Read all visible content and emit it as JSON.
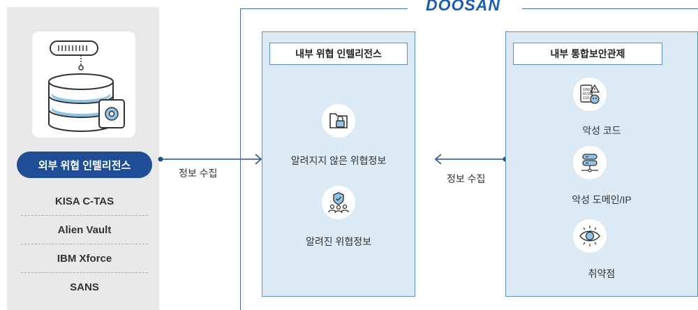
{
  "logo": "DOOSAN",
  "external": {
    "title": "외부 위협 인텔리전스",
    "sources": [
      "KISA C-TAS",
      "Alien Vault",
      "IBM Xforce",
      "SANS"
    ]
  },
  "flow_left": {
    "label": "정보 수집"
  },
  "flow_right": {
    "label": "정보 수집"
  },
  "internal_intel": {
    "title": "내부 위협 인텔리전스",
    "items": [
      {
        "label": "알려지지 않은 위협정보",
        "icon": "folder-lock-icon"
      },
      {
        "label": "알려진 위협정보",
        "icon": "shield-users-icon"
      }
    ]
  },
  "internal_soc": {
    "title": "내부 통합보안관제",
    "items": [
      {
        "label": "악성 코드",
        "icon": "malware-code-icon"
      },
      {
        "label": "악성 도메인/IP",
        "icon": "server-network-icon"
      },
      {
        "label": "취약점",
        "icon": "eye-icon"
      }
    ]
  },
  "colors": {
    "primary": "#1f4e97",
    "box_fill": "#dbeaf5",
    "box_border": "#5d8ec8",
    "left_bg": "#e9e9e9"
  }
}
